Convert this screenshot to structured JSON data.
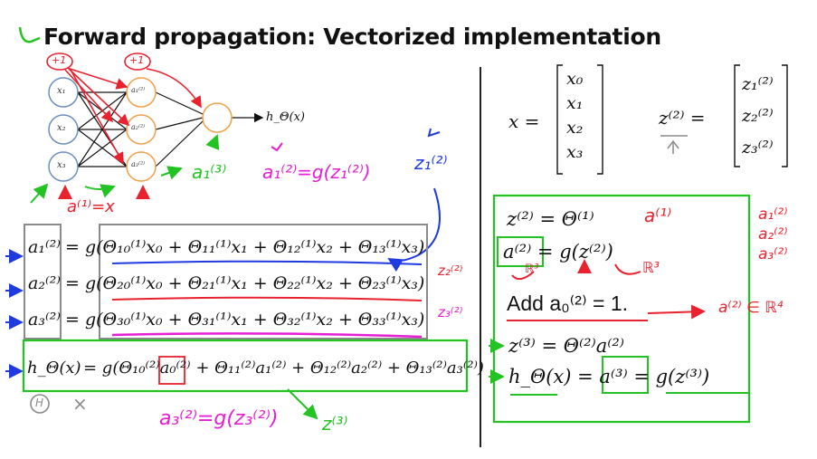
{
  "slide": {
    "title": "Forward propagation: Vectorized implementation",
    "network": {
      "input_labels": [
        "x₁",
        "x₂",
        "x₃"
      ],
      "hidden_labels": [
        "a₁⁽²⁾",
        "a₂⁽²⁾",
        "a₃⁽²⁾"
      ],
      "output_label": "h_Θ(x)"
    },
    "equations_left": [
      {
        "lhs": "a₁⁽²⁾",
        "rhs": "= g(Θ₁₀⁽¹⁾x₀ + Θ₁₁⁽¹⁾x₁ + Θ₁₂⁽¹⁾x₂ + Θ₁₃⁽¹⁾x₃)"
      },
      {
        "lhs": "a₂⁽²⁾",
        "rhs": "= g(Θ₂₀⁽¹⁾x₀ + Θ₂₁⁽¹⁾x₁ + Θ₂₂⁽¹⁾x₂ + Θ₂₃⁽¹⁾x₃)"
      },
      {
        "lhs": "a₃⁽²⁾",
        "rhs": "= g(Θ₃₀⁽¹⁾x₀ + Θ₃₁⁽¹⁾x₁ + Θ₃₂⁽¹⁾x₂ + Θ₃₃⁽¹⁾x₃)"
      },
      {
        "lhs": "h_Θ(x)",
        "rhs": "= g(Θ₁₀⁽²⁾a₀⁽²⁾ + Θ₁₁⁽²⁾a₁⁽²⁾ + Θ₁₂⁽²⁾a₂⁽²⁾ + Θ₁₃⁽²⁾a₃⁽²⁾)"
      }
    ],
    "vector_x": {
      "lhs": "x =",
      "entries": [
        "x₀",
        "x₁",
        "x₂",
        "x₃"
      ]
    },
    "vector_z": {
      "lhs": "z⁽²⁾ =",
      "entries": [
        "z₁⁽²⁾",
        "z₂⁽²⁾",
        "z₃⁽²⁾"
      ]
    },
    "equations_right": [
      "z⁽²⁾ = Θ⁽¹⁾",
      "a⁽²⁾ = g(z⁽²⁾)",
      "Add a₀⁽²⁾ = 1.",
      "z⁽³⁾ = Θ⁽²⁾a⁽²⁾",
      "h_Θ(x) = a⁽³⁾ = g(z⁽³⁾)"
    ]
  },
  "annotations": {
    "plus_one_1": "+1",
    "plus_one_2": "+1",
    "a1_output": "a₁⁽³⁾",
    "a1_g": "a₁⁽²⁾=g(z₁⁽²⁾)",
    "z1": "z₁⁽²⁾",
    "a1_eq_x": "a⁽¹⁾=x",
    "z2": "z₂⁽²⁾",
    "z3": "z₃⁽²⁾",
    "a3_g": "a₃⁽²⁾=g(z₃⁽²⁾)",
    "z_out": "z⁽³⁾",
    "h_circle": "H",
    "cross": "×",
    "x_a1": "a⁽¹⁾",
    "r3_a": "ℝ³",
    "r3_b": "ℝ³",
    "right_stack": "a₁⁽²⁾ a₂⁽²⁾ a₃⁽²⁾",
    "a2_r4": "a⁽²⁾ ∈ ℝ⁴",
    "green_arrow": "↑"
  },
  "colors": {
    "red": "#e8222e",
    "green": "#22c322",
    "blue": "#1f3be0",
    "magenta": "#e61ed4",
    "gray": "#8a8a8a",
    "node_input": "#6b8fc0",
    "node_hidden": "#f2a04a",
    "node_output": "#f2a04a"
  }
}
